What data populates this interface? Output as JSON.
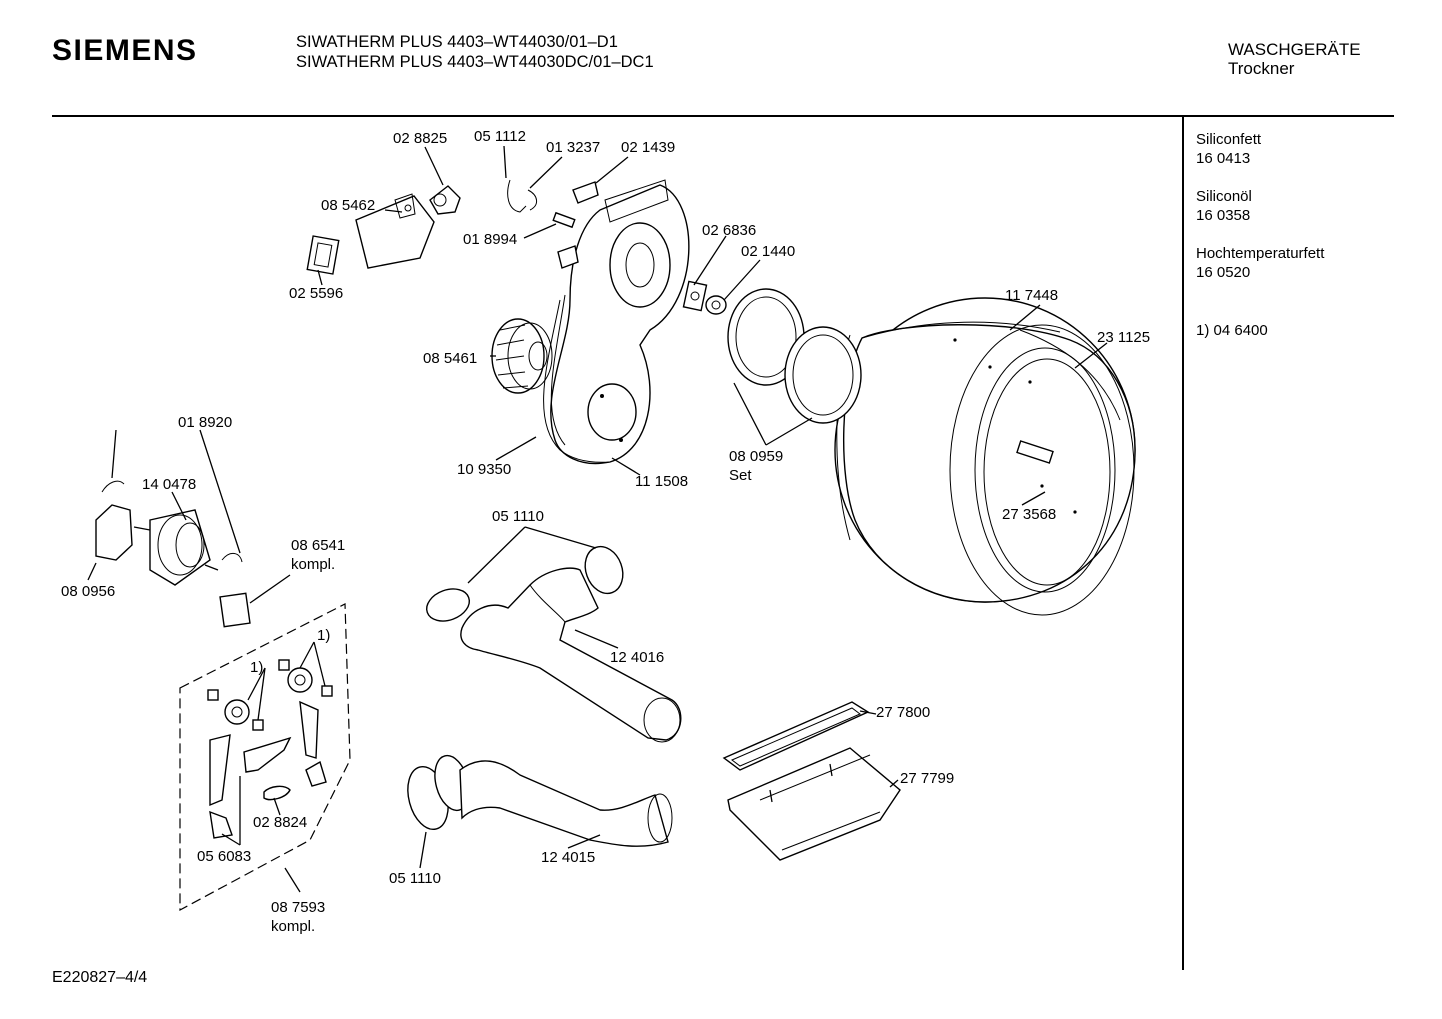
{
  "header": {
    "brand": "SIEMENS",
    "model_line_1": "SIWATHERM PLUS 4403–WT44030/01–D1",
    "model_line_2": "SIWATHERM PLUS 4403–WT44030DC/01–DC1",
    "category": "WASCHGERÄTE",
    "subcategory": "Trockner"
  },
  "sidebar": {
    "items": [
      {
        "name": "Siliconfett",
        "number": "16 0413"
      },
      {
        "name": "Siliconöl",
        "number": "16 0358"
      },
      {
        "name": "Hochtemperaturfett",
        "number": "16 0520"
      }
    ],
    "footnote": "1)  04 6400"
  },
  "footer": {
    "document_id": "E220827–4/4"
  },
  "parts": {
    "p028825": "02 8825",
    "p051112": "05 1112",
    "p013237": "01 3237",
    "p021439": "02 1439",
    "p085462": "08 5462",
    "p018994": "01 8994",
    "p025596": "02 5596",
    "p026836": "02 6836",
    "p021440": "02 1440",
    "p117448": "11 7448",
    "p231125": "23 1125",
    "p085461": "08 5461",
    "p109350": "10 9350",
    "p111508": "11 1508",
    "p080959": "08 0959",
    "p080959_note": "Set",
    "p018920": "01 8920",
    "p140478": "14  0478",
    "p086541": "08 6541",
    "p086541_note": "kompl.",
    "p080956": "08 0956",
    "p051110_top": "05 1110",
    "p273568": "27 3568",
    "p124016": "12 4016",
    "p277800": "27 7800",
    "p277799": "27 7799",
    "p124015": "12 4015",
    "p051110_bottom": "05 1110",
    "p028824": "02 8824",
    "p056083": "05 6083",
    "p087593": "08 7593",
    "p087593_note": "kompl.",
    "footnote_marker_a": "1)",
    "footnote_marker_b": "1)"
  }
}
